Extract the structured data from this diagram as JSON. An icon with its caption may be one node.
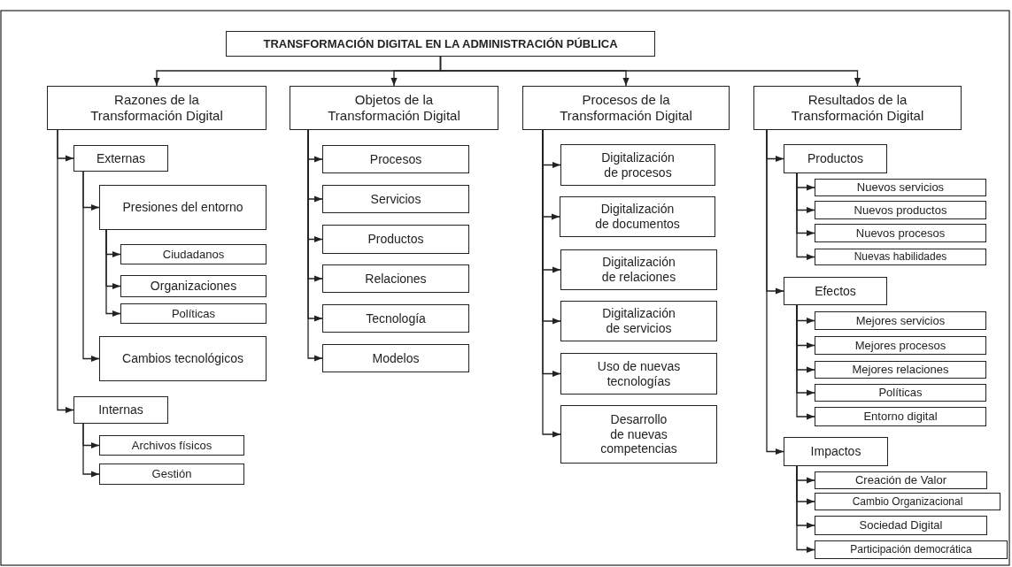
{
  "diagram": {
    "nodes": [
      {
        "text": [
          "TRANSFORMACIÓN DIGITAL EN LA ADMINISTRACIÓN PÚBLICA"
        ]
      },
      {
        "text": [
          "Razones de la Transformación Digital"
        ]
      },
      {
        "text": [
          "Externas"
        ]
      },
      {
        "text": [
          "Presiones del entorno"
        ]
      },
      {
        "text": [
          "Ciudadanos"
        ]
      },
      {
        "text": [
          "Organizaciones"
        ]
      },
      {
        "text": [
          "Políticas"
        ]
      },
      {
        "text": [
          "Cambios tecnológicos"
        ]
      },
      {
        "text": [
          "Internas"
        ]
      },
      {
        "text": [
          "Archivos físicos"
        ]
      },
      {
        "text": [
          "Gestión"
        ]
      },
      {
        "text": [
          "Objetos de la Transformación Digital"
        ]
      },
      {
        "text": [
          "Procesos"
        ]
      },
      {
        "text": [
          "Servicios"
        ]
      },
      {
        "text": [
          "Productos"
        ]
      },
      {
        "text": [
          "Relaciones"
        ]
      },
      {
        "text": [
          "Tecnología"
        ]
      },
      {
        "text": [
          "Modelos"
        ]
      },
      {
        "text": [
          "Procesos de la Transformación Digital"
        ]
      },
      {
        "text": [
          "Digitalización de procesos"
        ]
      },
      {
        "text": [
          "Digitalización de documentos"
        ]
      },
      {
        "text": [
          "Digitalización de relaciones"
        ]
      },
      {
        "text": [
          "Digitalización de servicios"
        ]
      },
      {
        "text": [
          "Uso de nuevas tecnologías"
        ]
      },
      {
        "text": [
          "Desarrollo de nuevas competencias"
        ]
      },
      {
        "text": [
          "Resultados de la Transformación Digital"
        ]
      },
      {
        "text": [
          "Productos"
        ]
      },
      {
        "text": [
          "Nuevos servicios"
        ]
      },
      {
        "text": [
          "Nuevos productos"
        ]
      },
      {
        "text": [
          "Nuevos procesos"
        ]
      },
      {
        "text": [
          "Nuevas habilidades"
        ]
      },
      {
        "text": [
          "Efectos"
        ]
      },
      {
        "text": [
          "Mejores servicios"
        ]
      },
      {
        "text": [
          "Mejores procesos"
        ]
      },
      {
        "text": [
          "Mejores relaciones"
        ]
      },
      {
        "text": [
          "Políticas"
        ]
      },
      {
        "text": [
          "Entorno digital"
        ]
      },
      {
        "text": [
          "Impactos"
        ]
      },
      {
        "text": [
          "Creación de Valor"
        ]
      },
      {
        "text": [
          "Cambio Organizacional"
        ]
      },
      {
        "text": [
          "Sociedad Digital"
        ]
      },
      {
        "text": [
          "Participación democrática"
        ]
      }
    ],
    "edges": [
      {
        "from": 0,
        "to": 1,
        "arrow": "to"
      },
      {
        "from": 0,
        "to": 11,
        "arrow": "to"
      },
      {
        "from": 0,
        "to": 18,
        "arrow": "to"
      },
      {
        "from": 0,
        "to": 25,
        "arrow": "to"
      },
      {
        "from": 1,
        "to": 2,
        "arrow": "to"
      },
      {
        "from": 2,
        "to": 3,
        "arrow": "to"
      },
      {
        "from": 3,
        "to": 4,
        "arrow": "to"
      },
      {
        "from": 3,
        "to": 5,
        "arrow": "to"
      },
      {
        "from": 3,
        "to": 6,
        "arrow": "to"
      },
      {
        "from": 2,
        "to": 7,
        "arrow": "to"
      },
      {
        "from": 1,
        "to": 8,
        "arrow": "to"
      },
      {
        "from": 8,
        "to": 9,
        "arrow": "to"
      },
      {
        "from": 8,
        "to": 10,
        "arrow": "to"
      },
      {
        "from": 11,
        "to": 12,
        "arrow": "to"
      },
      {
        "from": 11,
        "to": 13,
        "arrow": "to"
      },
      {
        "from": 11,
        "to": 14,
        "arrow": "to"
      },
      {
        "from": 11,
        "to": 15,
        "arrow": "to"
      },
      {
        "from": 11,
        "to": 16,
        "arrow": "to"
      },
      {
        "from": 11,
        "to": 17,
        "arrow": "to"
      },
      {
        "from": 18,
        "to": 19,
        "arrow": "to"
      },
      {
        "from": 18,
        "to": 20,
        "arrow": "to"
      },
      {
        "from": 18,
        "to": 21,
        "arrow": "to"
      },
      {
        "from": 18,
        "to": 22,
        "arrow": "to"
      },
      {
        "from": 18,
        "to": 23,
        "arrow": "to"
      },
      {
        "from": 18,
        "to": 24,
        "arrow": "to"
      },
      {
        "from": 25,
        "to": 26,
        "arrow": "to"
      },
      {
        "from": 26,
        "to": 27,
        "arrow": "to"
      },
      {
        "from": 26,
        "to": 28,
        "arrow": "to"
      },
      {
        "from": 26,
        "to": 29,
        "arrow": "to"
      },
      {
        "from": 26,
        "to": 30,
        "arrow": "to"
      },
      {
        "from": 25,
        "to": 31,
        "arrow": "to"
      },
      {
        "from": 31,
        "to": 32,
        "arrow": "to"
      },
      {
        "from": 31,
        "to": 33,
        "arrow": "to"
      },
      {
        "from": 31,
        "to": 34,
        "arrow": "to"
      },
      {
        "from": 31,
        "to": 35,
        "arrow": "to"
      },
      {
        "from": 31,
        "to": 36,
        "arrow": "to"
      },
      {
        "from": 25,
        "to": 37,
        "arrow": "to"
      },
      {
        "from": 37,
        "to": 38,
        "arrow": "to"
      },
      {
        "from": 37,
        "to": 39,
        "arrow": "to"
      },
      {
        "from": 37,
        "to": 40,
        "arrow": "to"
      },
      {
        "from": 37,
        "to": 41,
        "arrow": "to"
      }
    ]
  }
}
